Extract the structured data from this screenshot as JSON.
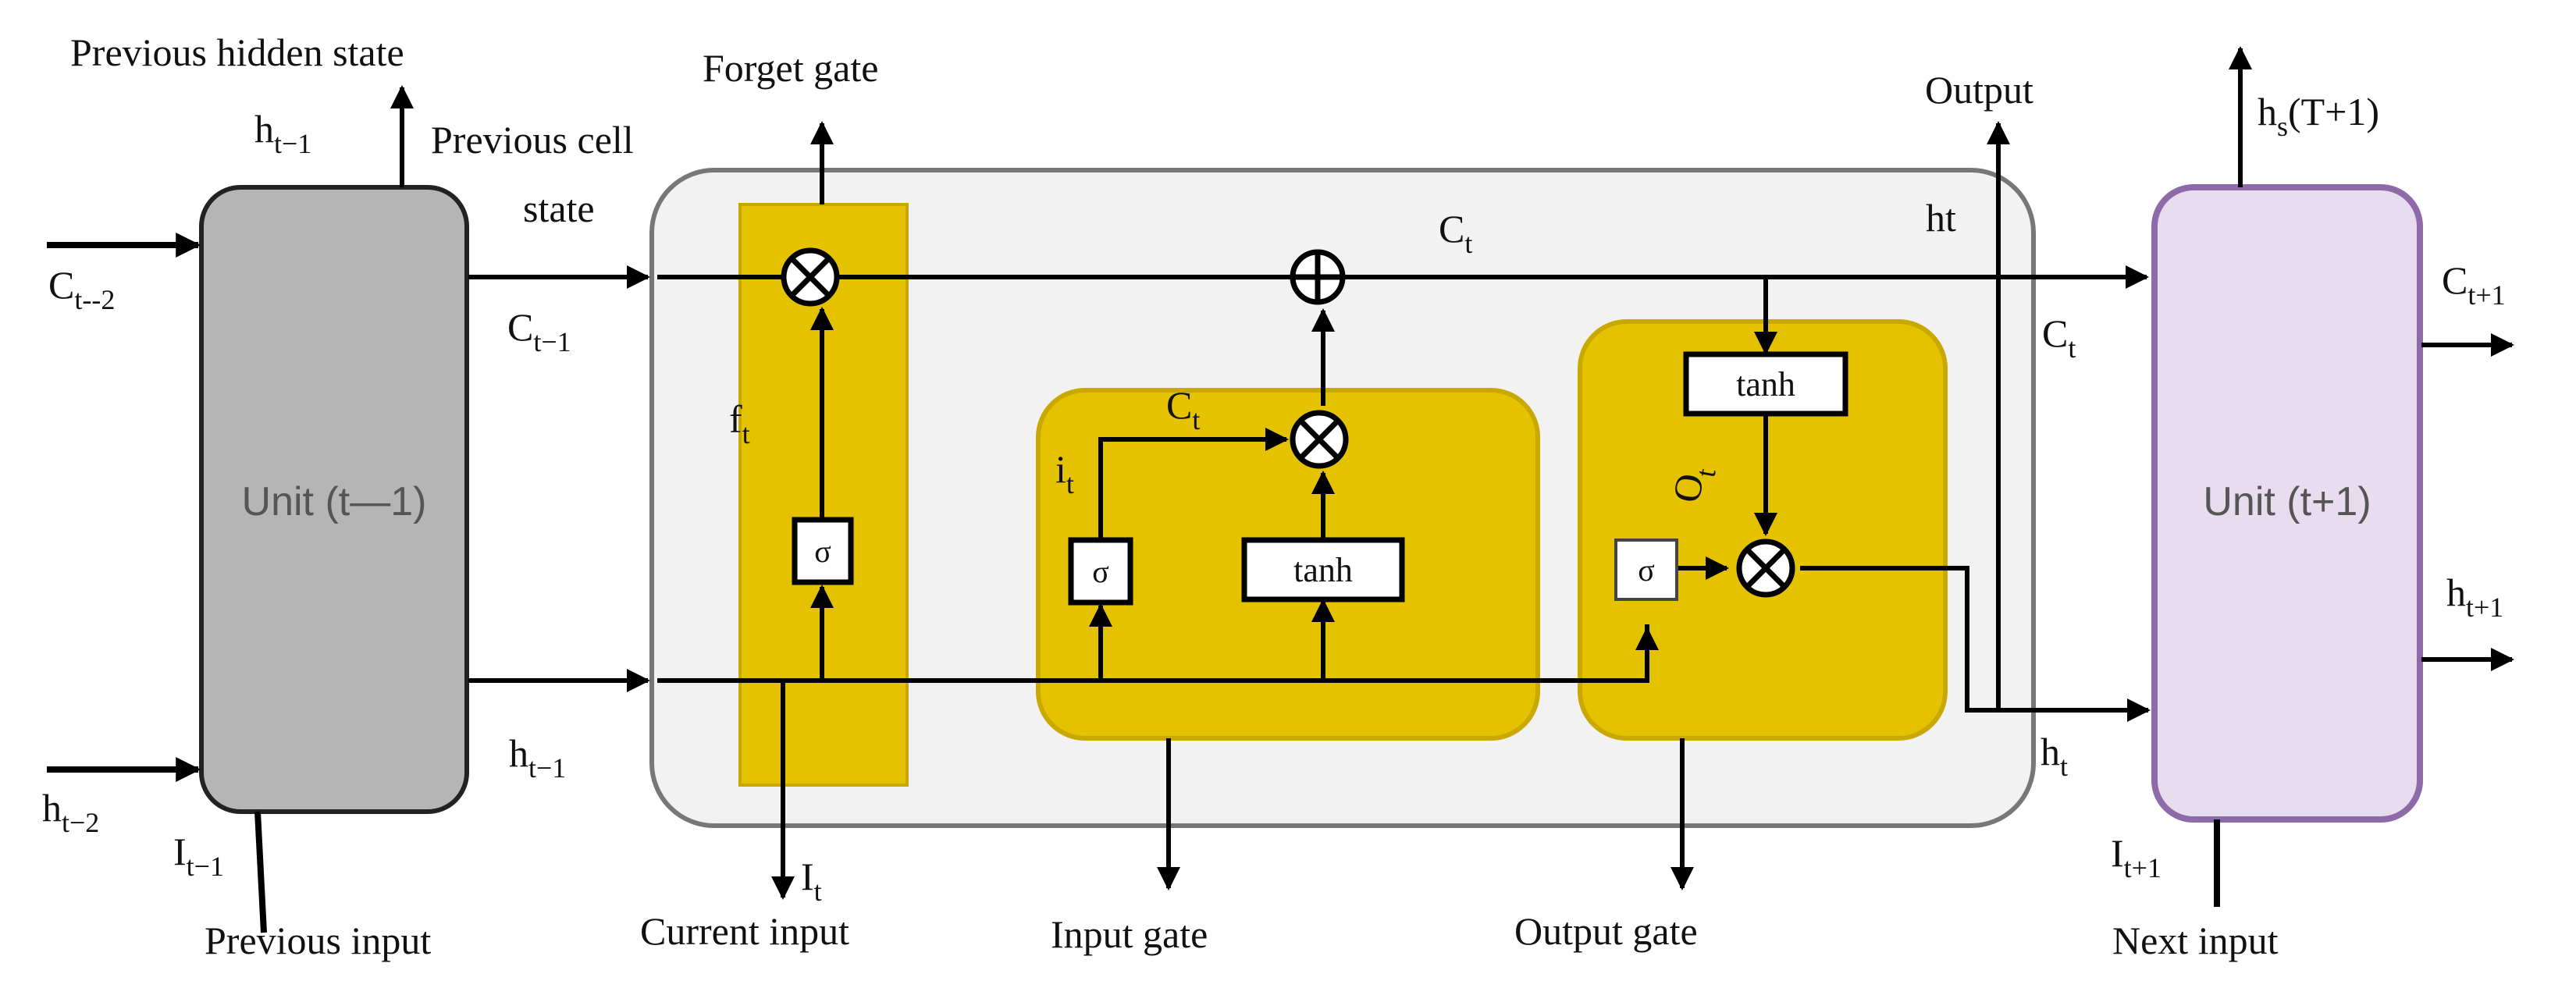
{
  "labels": {
    "previous_hidden_state": "Previous hidden state",
    "forget_gate": "Forget gate",
    "output": "Output",
    "previous_cell_state_line1": "Previous cell",
    "previous_cell_state_line2": "state",
    "current_input": "Current input",
    "input_gate": "Input gate",
    "output_gate": "Output gate",
    "previous_input": "Previous input",
    "next_input": "Next input",
    "ht_plain": "ht"
  },
  "units": {
    "prev": "Unit (t—1)",
    "next": "Unit (t+1)"
  },
  "ops": {
    "tanh_input": "tanh",
    "tanh_output": "tanh",
    "sigma_forget": "σ",
    "sigma_input": "σ",
    "sigma_output": "σ"
  },
  "symbols": {
    "h_t_minus_1_top": {
      "base": "h",
      "sub": "t−1"
    },
    "c_t_minus_2": {
      "base": "C",
      "sub": "t--2"
    },
    "h_t_minus_2": {
      "base": "h",
      "sub": "t−2"
    },
    "i_t_minus_1": {
      "base": "I",
      "sub": "t−1"
    },
    "c_t_minus_1": {
      "base": "C",
      "sub": "t−1"
    },
    "h_t_minus_1_mid": {
      "base": "h",
      "sub": "t−1"
    },
    "c_t_top": {
      "base": "C",
      "sub": "t"
    },
    "f_t": {
      "base": "f",
      "sub": "t"
    },
    "i_t": {
      "base": "i",
      "sub": "t"
    },
    "c_t_inner": {
      "base": "C",
      "sub": "t"
    },
    "o_t": {
      "base": "O",
      "sub": "t"
    },
    "c_t_right": {
      "base": "C",
      "sub": "t"
    },
    "h_t_right": {
      "base": "h",
      "sub": "t"
    },
    "input_t": {
      "base": "I",
      "sub": "t"
    },
    "hs_next": {
      "base": "h",
      "sub": "s",
      "tail": "(T+1)"
    },
    "c_t_plus_1": {
      "base": "C",
      "sub": "t+1"
    },
    "h_t_plus_1": {
      "base": "h",
      "sub": "t+1"
    },
    "i_t_plus_1": {
      "base": "I",
      "sub": "t+1"
    }
  },
  "colors": {
    "gate_fill": "#e4c200",
    "unit_prev_fill": "#b5b5b5",
    "unit_next_fill": "#e8dcef",
    "unit_next_stroke": "#8e6aa8",
    "cell_fill": "#f2f2f2"
  }
}
